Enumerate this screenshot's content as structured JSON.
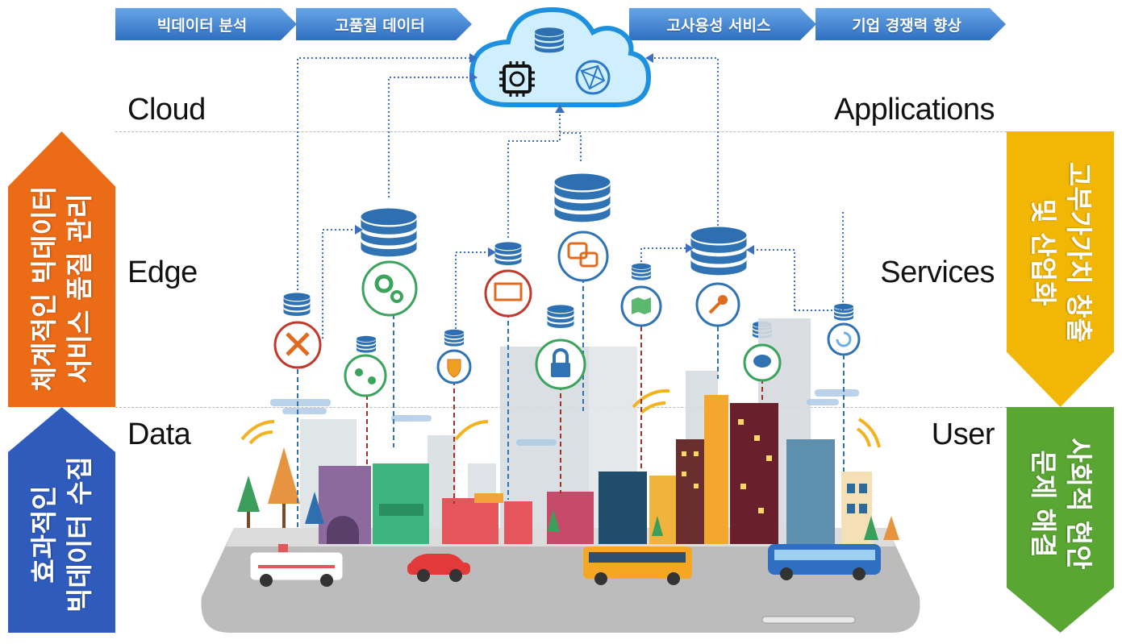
{
  "top_chevrons": [
    "빅데이터 분석",
    "고품질 데이터",
    "고사용성 서비스",
    "기업 경쟁력 향상"
  ],
  "layers_left": {
    "cloud": "Cloud",
    "edge": "Edge",
    "data": "Data"
  },
  "layers_right": {
    "applications": "Applications",
    "services": "Services",
    "user": "User"
  },
  "left_arrows": {
    "upper": {
      "line1": "체계적인 빅데이터",
      "line2": "서비스 품질 관리",
      "color": "#ec6b16"
    },
    "lower": {
      "line1": "효과적인",
      "line2": "빅데이터 수집",
      "color": "#2f5bbd"
    }
  },
  "right_arrows": {
    "upper": {
      "line1": "고부가가치 창출",
      "line2": "및 산업화",
      "color": "#f2b705"
    },
    "lower": {
      "line1": "사회적 현안",
      "line2": "문제 해결",
      "color": "#5aa633"
    }
  },
  "icons": [
    "database-icon",
    "chip-brain-icon",
    "globe-network-icon",
    "tools-icon",
    "gears-icon",
    "users-cycle-icon",
    "shield-icon",
    "monitor-gear-icon",
    "chat-power-icon",
    "lock-icon",
    "map-icon",
    "key-icon",
    "chat-bubble-icon",
    "refresh-icon",
    "wifi-icon"
  ]
}
